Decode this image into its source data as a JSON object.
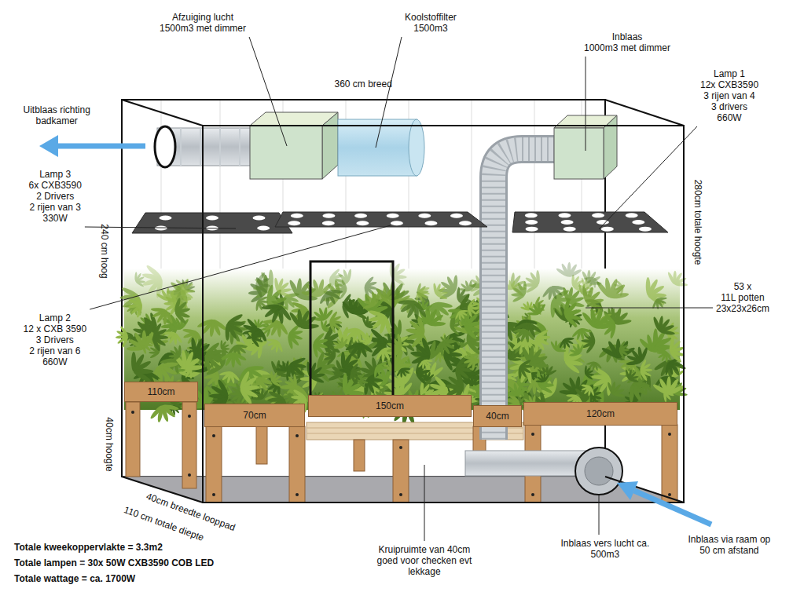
{
  "diagram": {
    "nodes": [
      {
        "text": [
          "110cm"
        ]
      },
      {
        "text": [
          "70cm"
        ]
      },
      {
        "text": [
          "150cm"
        ]
      },
      {
        "text": [
          "40cm"
        ]
      },
      {
        "text": [
          "120cm"
        ]
      }
    ],
    "labels": [
      "Afzuiging lucht 1500m3 met dimmer",
      "Koolstoffilter 1500m3",
      "Inblaas 1000m3 met dimmer",
      "360 cm breed",
      "Uitblaas richting badkamer",
      "Lamp 1 12x CXB3590 3 rijen van 4 3 drivers 660W",
      "Lamp 3 6x CXB3590 2 Drivers 2 rijen van 3 330W",
      "240 cm hoog",
      "280cm totale hoogte",
      "Lamp 2 12 x CXB 3590 3 Drivers 2 rijen van 6 660W",
      "53 x 11L potten 23x23x26cm",
      "40cm hoogte",
      "40cm breedte looppad",
      "110 cm totale diepte",
      "Kruipruimte van 40cm goed voor checken evt lekkage",
      "Inblaas vers lucht ca. 500m3",
      "Inblaas via raam op 50 cm afstand",
      "Totale kweekoppervlakte = 3.3m2",
      "Totale lampen = 30x 50W CXB3590 COB LED",
      "Totale wattage = ca. 1700W"
    ]
  }
}
